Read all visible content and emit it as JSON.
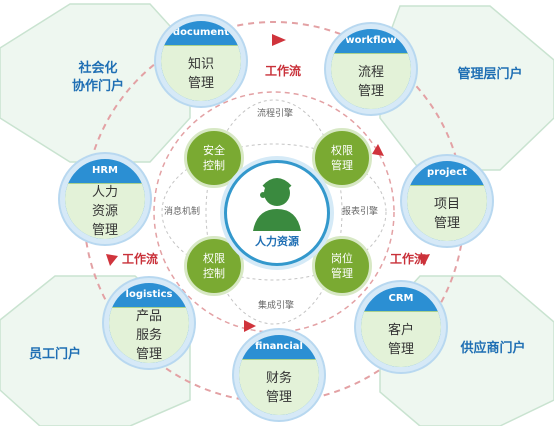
{
  "portals": {
    "social": "社会化\n协作门户",
    "management": "管理层门户",
    "employee": "员工门户",
    "supplier": "供应商门户"
  },
  "flow_labels": [
    "工作流",
    "工作流",
    "工作流"
  ],
  "engines": {
    "process": "流程引擎",
    "message": "消息机制",
    "report": "报表引擎",
    "integration": "集成引擎"
  },
  "modules": [
    {
      "id": "document",
      "header": "document",
      "lines": [
        "知识",
        "管理"
      ]
    },
    {
      "id": "workflow",
      "header": "workflow",
      "lines": [
        "流程",
        "管理"
      ]
    },
    {
      "id": "hrm",
      "header": "HRM",
      "lines": [
        "人力",
        "资源",
        "管理"
      ]
    },
    {
      "id": "project",
      "header": "project",
      "lines": [
        "项目",
        "管理"
      ]
    },
    {
      "id": "logistics",
      "header": "logistics",
      "lines": [
        "产品",
        "服务",
        "管理"
      ]
    },
    {
      "id": "crm",
      "header": "CRM",
      "lines": [
        "客户",
        "管理"
      ]
    },
    {
      "id": "financial",
      "header": "financial",
      "lines": [
        "财务",
        "管理"
      ]
    }
  ],
  "inner_nodes": [
    {
      "id": "security",
      "lines": [
        "安全",
        "控制"
      ]
    },
    {
      "id": "permission-top",
      "lines": [
        "权限",
        "管理"
      ]
    },
    {
      "id": "permission-bottom",
      "lines": [
        "权限",
        "控制"
      ]
    },
    {
      "id": "position",
      "lines": [
        "岗位",
        "管理"
      ]
    }
  ],
  "center_label": "人力资源",
  "colors": {
    "blue": "#2b8fd3",
    "green": "#7aaa32",
    "red": "#c9313a",
    "portal_text": "#1f6fb4"
  }
}
